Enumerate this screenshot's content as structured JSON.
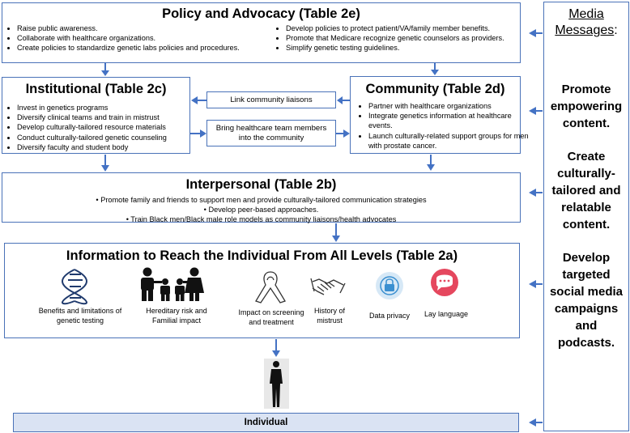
{
  "policy": {
    "title": "Policy and Advocacy (Table 2e)",
    "left_items": [
      "Raise public awareness.",
      "Collaborate with healthcare organizations.",
      "Create policies to standardize genetic labs policies and procedures."
    ],
    "right_items": [
      "Develop policies to protect patient/VA/family member benefits.",
      "Promote that Medicare recognize genetic counselors as providers.",
      "Simplify genetic testing guidelines."
    ]
  },
  "institutional": {
    "title": "Institutional (Table 2c)",
    "items": [
      "Invest in genetics programs",
      "Diversify clinical teams and train in mistrust",
      "Develop culturally-tailored resource materials",
      "Conduct culturally-tailored genetic counseling",
      "Diversify faculty and student body"
    ]
  },
  "links": {
    "liaisons": "Link community liaisons",
    "bring_team": "Bring healthcare team members into the community"
  },
  "community": {
    "title": "Community (Table 2d)",
    "items": [
      "Partner with healthcare organizations",
      "Integrate genetics information at healthcare events.",
      "Launch culturally-related support groups for men with prostate cancer."
    ]
  },
  "interpersonal": {
    "title": "Interpersonal (Table 2b)",
    "items": [
      "Promote family and friends to support men and provide culturally-tailored communication strategies",
      "Develop peer-based approaches.",
      "Train Black men/Black male role models as community liaisons/health advocates"
    ]
  },
  "information": {
    "title": "Information to Reach the Individual From All Levels (Table 2a)",
    "icons": [
      {
        "icon": "dna-icon",
        "caption": "Benefits and limitations of genetic testing"
      },
      {
        "icon": "family-icon",
        "caption": "Hereditary risk and Familial impact"
      },
      {
        "icon": "awareness-ribbon-icon",
        "caption": "Impact on screening and treatment"
      },
      {
        "icon": "handshake-icon",
        "caption": "History of mistrust"
      },
      {
        "icon": "lock-icon",
        "caption": "Data privacy"
      },
      {
        "icon": "chat-bubble-icon",
        "caption": "Lay language"
      }
    ]
  },
  "individual": {
    "label": "Individual"
  },
  "media": {
    "title_line1": "Media",
    "title_line2": "Messages",
    "title_suffix": ":",
    "messages": [
      "Promote empowering content.",
      "Create culturally-tailored and relatable content.",
      "Develop targeted social media campaigns and podcasts."
    ]
  },
  "colors": {
    "border": "#4a72b8",
    "arrow": "#4472c4",
    "individual_fill": "#dae3f3"
  }
}
